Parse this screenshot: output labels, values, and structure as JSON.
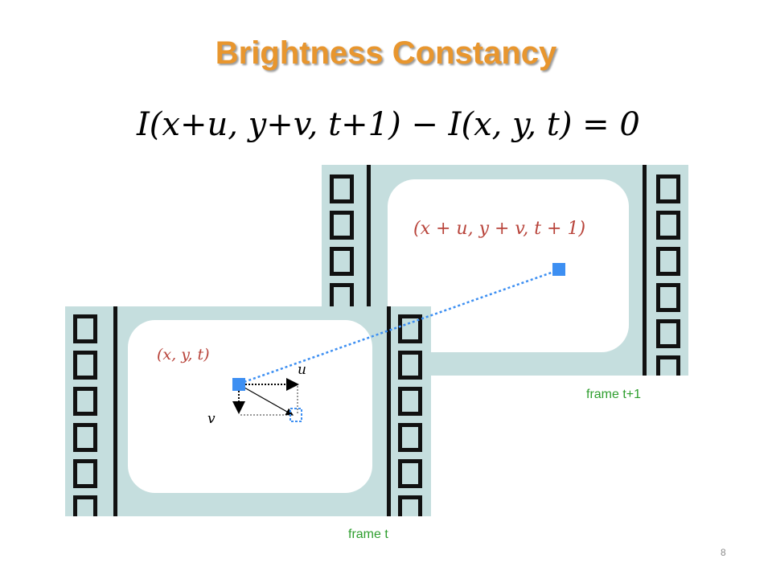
{
  "slide": {
    "title": "Brightness Constancy",
    "equation": "I(x+u, y+v, t+1) − I(x, y, t) = 0",
    "page_number": "8"
  },
  "frames": {
    "next": {
      "caption": "frame t+1",
      "point_label": "(x + u, y + v, t + 1)"
    },
    "current": {
      "caption": "frame t",
      "point_label": "(x, y, t)"
    }
  },
  "motion": {
    "u_label": "u",
    "v_label": "v"
  },
  "colors": {
    "title": "#E8962E",
    "point": "#3D8FF2",
    "frame_bg": "#C5DEDE",
    "caption": "#2E9E2E",
    "coord_text": "#B8433A"
  }
}
